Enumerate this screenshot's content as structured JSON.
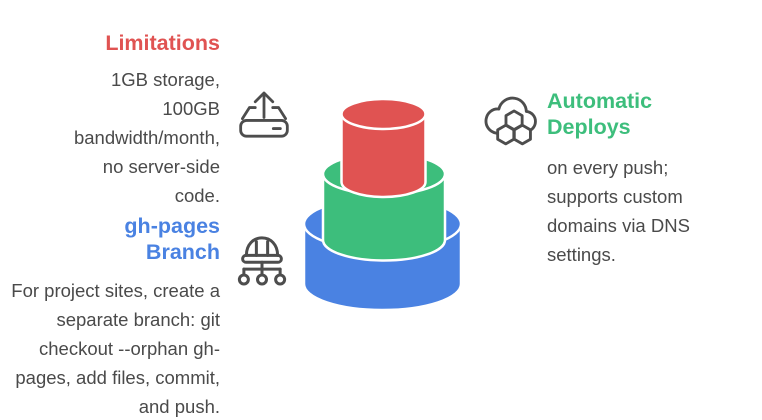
{
  "palette": {
    "red": "#e05352",
    "green": "#3dbe7c",
    "blue": "#4a82e2",
    "text": "#4a4a4a",
    "icon": "#4d4d4d",
    "bg": "#ffffff"
  },
  "sections": {
    "limitations": {
      "title": "Limitations",
      "body": "1GB storage, 100GB bandwidth/month, no server-side code.",
      "icon": "upload-tray-icon"
    },
    "gh_pages": {
      "title": "gh-pages Branch",
      "body": "For project sites, create a separate branch: git checkout --orphan gh-pages, add files, commit, and push.",
      "icon": "hardhat-sitemap-icon"
    },
    "auto_deploys": {
      "title": "Automatic Deploys",
      "body": "on every push; supports custom domains via DNS settings.",
      "icon": "cloud-hexagons-icon"
    }
  },
  "diagram": {
    "type": "stacked-cylinder-tiers",
    "tiers": [
      {
        "position": "top",
        "color": "#e05352"
      },
      {
        "position": "middle",
        "color": "#3dbe7c"
      },
      {
        "position": "bottom",
        "color": "#4a82e2"
      }
    ]
  }
}
